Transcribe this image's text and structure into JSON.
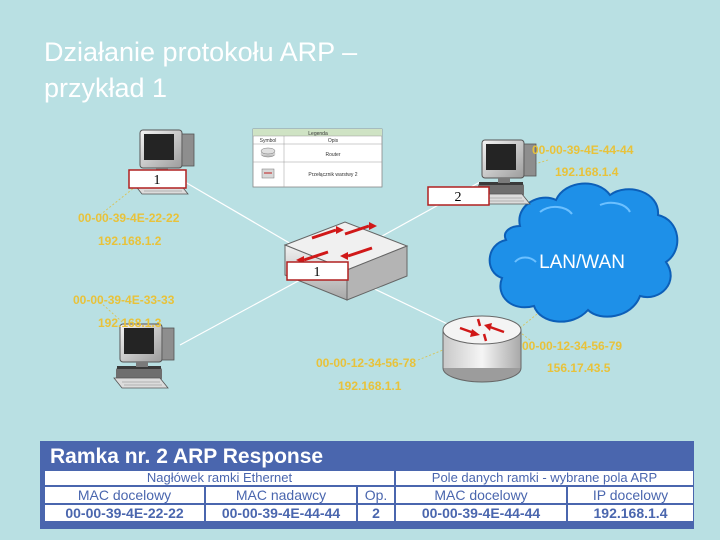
{
  "slide": {
    "title_line1": "Działanie protokołu ARP –",
    "title_line2": "przykład 1"
  },
  "diagram": {
    "legend": {
      "header": "Legenda",
      "col_symbol": "Symbol",
      "col_name": "Opis",
      "row1": "Router",
      "row2": "Przełącznik warstwy 2"
    },
    "hosts": {
      "host_a": {
        "mac": "00-00-39-4E-22-22",
        "ip": "192.168.1.2",
        "icon": "desktop-computer-icon"
      },
      "host_b": {
        "mac": "00-00-39-4E-33-33",
        "ip": "192.168.1.3",
        "icon": "desktop-computer-icon"
      },
      "host_c": {
        "mac": "00-00-39-4E-44-44",
        "ip": "192.168.1.4",
        "icon": "desktop-computer-icon"
      }
    },
    "router": {
      "lan_mac": "00-00-12-34-56-78",
      "lan_ip": "192.168.1.1",
      "wan_mac": "00-00-12-34-56-79",
      "wan_ip": "156.17.43.5",
      "icon": "router-icon"
    },
    "switch": {
      "icon": "switch-icon"
    },
    "cloud_label": "LAN/WAN",
    "step_tags": {
      "host_a": "1",
      "switch": "1",
      "host_c": "2"
    },
    "colors": {
      "background": "#b9e0e3",
      "address_text": "#e8c23a",
      "cloud": "#1e90e8",
      "frame_bg": "#4a66ae",
      "arrow_red": "#d01818"
    }
  },
  "frame": {
    "title": "Ramka nr. 2 ARP Response",
    "header_ethernet": "Nagłówek ramki Ethernet",
    "header_arp": "Pole danych ramki - wybrane pola ARP",
    "columns": [
      "MAC docelowy",
      "MAC nadawcy",
      "Op.",
      "MAC docelowy",
      "IP docelowy"
    ],
    "values": [
      "00-00-39-4E-22-22",
      "00-00-39-4E-44-44",
      "2",
      "00-00-39-4E-44-44",
      "192.168.1.4"
    ]
  }
}
